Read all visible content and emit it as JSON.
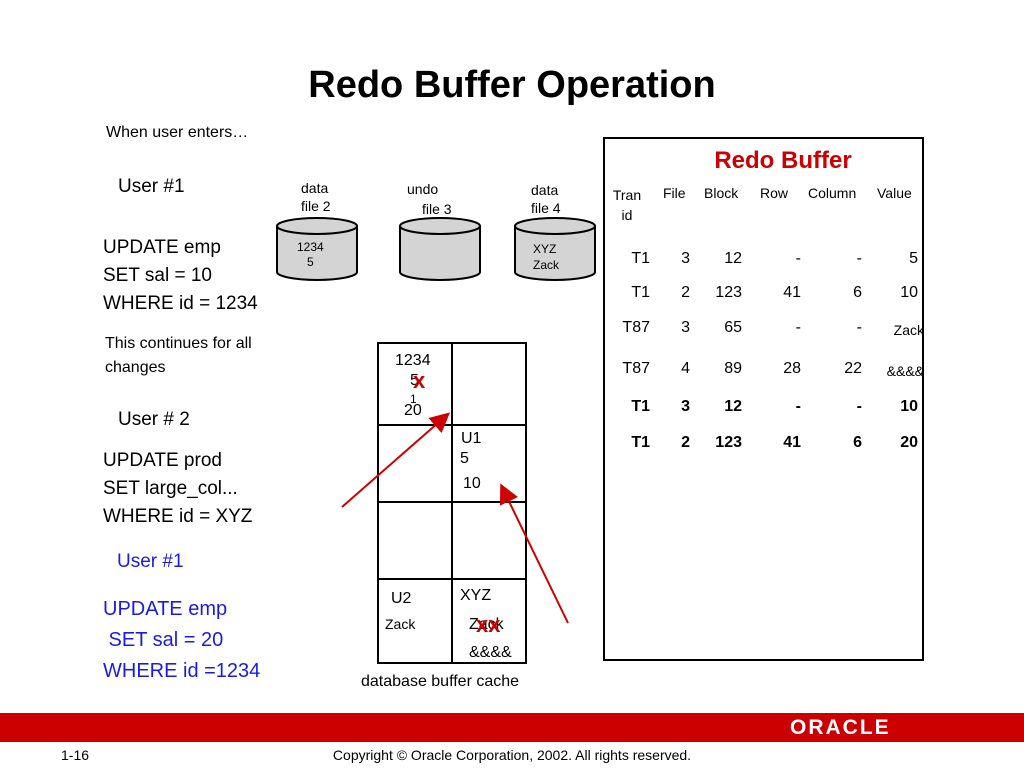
{
  "slide_title": "Redo Buffer Operation",
  "intro": "When user enters…",
  "user1": {
    "label": "User #1",
    "sql": "UPDATE emp\nSET sal = 10\nWHERE id = 1234"
  },
  "continues_note": "This continues for all\nchanges",
  "user2": {
    "label": "User # 2",
    "sql": "UPDATE prod\nSET large_col...\nWHERE id = XYZ"
  },
  "user1_again": {
    "label": "User #1",
    "sql": "UPDATE emp\n SET sal = 20\nWHERE id =1234"
  },
  "files": [
    {
      "label_line1": "data",
      "label_line2": "file 2",
      "contents_line1": "1234",
      "contents_line2": "5"
    },
    {
      "label_line1": "undo",
      "label_line2": "file 3",
      "contents_line1": "",
      "contents_line2": ""
    },
    {
      "label_line1": "data",
      "label_line2": "file 4",
      "contents_line1": "XYZ",
      "contents_line2": "Zack"
    }
  ],
  "cache": {
    "caption": "database buffer cache",
    "cell_r1c1_line1": "1234",
    "cell_r1c1_old": "5",
    "cell_r1c1_mid": "1",
    "cell_r1c1_new": "20",
    "cell_r1c1_mark": "x",
    "cell_r2c2_line1": "U1",
    "cell_r2c2_line2": "5",
    "cell_r2c2_line3": "10",
    "cell_r4c1_line1": "U2",
    "cell_r4c1_line2": "Zack",
    "cell_r4c2_line1": "XYZ",
    "cell_r4c2_line2": "Zack",
    "cell_r4c2_mark": "xx",
    "cell_r4c2_line3": "&&&&"
  },
  "redo_buffer": {
    "title": "Redo Buffer",
    "headers": [
      "Tran\nid",
      "File",
      "Block",
      "Row",
      "Column",
      "Value"
    ],
    "rows": [
      {
        "tran": "T1",
        "file": "3",
        "block": "12",
        "row": "-",
        "column": "-",
        "value": "5",
        "bold": false
      },
      {
        "tran": "T1",
        "file": "2",
        "block": "123",
        "row": "41",
        "column": "6",
        "value": "10",
        "bold": false
      },
      {
        "tran": "T87",
        "file": "3",
        "block": "65",
        "row": "-",
        "column": "-",
        "value": "Zack",
        "bold": false
      },
      {
        "tran": "T87",
        "file": "4",
        "block": "89",
        "row": "28",
        "column": "22",
        "value": "&&&&",
        "bold": false
      },
      {
        "tran": "T1",
        "file": "3",
        "block": "12",
        "row": "-",
        "column": "-",
        "value": "10",
        "bold": true
      },
      {
        "tran": "T1",
        "file": "2",
        "block": "123",
        "row": "41",
        "column": "6",
        "value": "20",
        "bold": true
      }
    ]
  },
  "footer": {
    "page": "1-16",
    "copyright": "Copyright © Oracle Corporation, 2002. All rights reserved.",
    "logo": "ORACLE"
  },
  "colors": {
    "accent_red": "#cc0000",
    "blue_text": "#1a1ae6"
  }
}
